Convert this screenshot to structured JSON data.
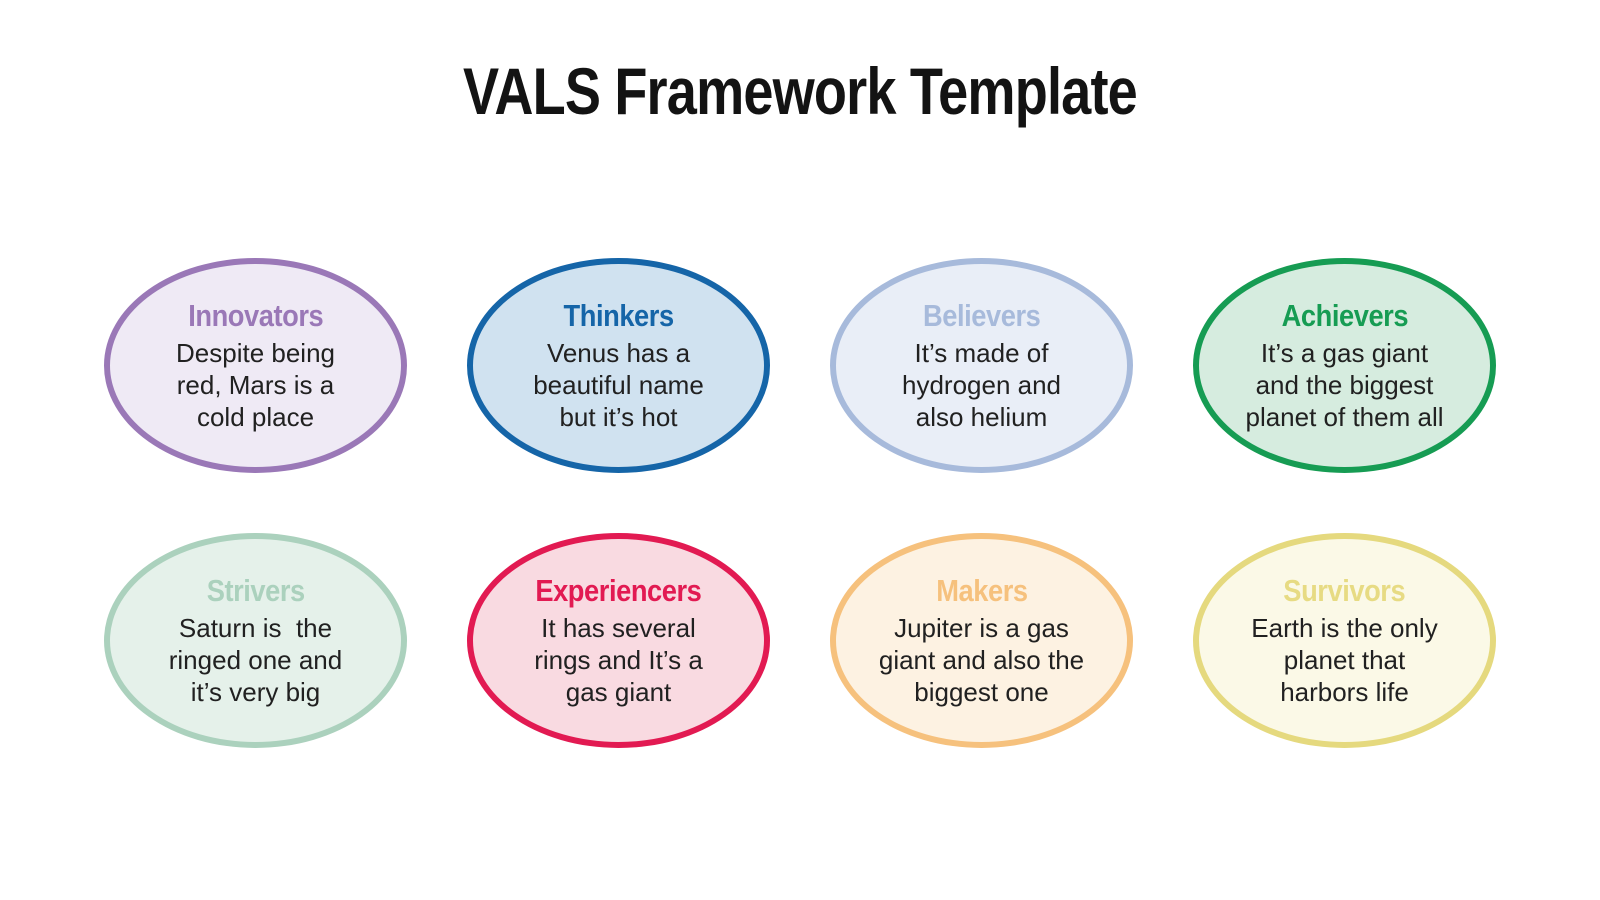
{
  "page": {
    "title": "VALS Framework Template",
    "background_color": "#ffffff",
    "title_color": "#131313"
  },
  "cards": [
    {
      "name": "innovators",
      "title": "Innovators",
      "body": "Despite being\nred, Mars is a\ncold place",
      "border_color": "#9a78b7",
      "fill_color": "#efeaf5",
      "title_color": "#9a78b7"
    },
    {
      "name": "thinkers",
      "title": "Thinkers",
      "body": "Venus has a\nbeautiful name\nbut it’s hot",
      "border_color": "#1565a8",
      "fill_color": "#d0e2f0",
      "title_color": "#1565a8"
    },
    {
      "name": "believers",
      "title": "Believers",
      "body": "It’s made of\nhydrogen and\nalso helium",
      "border_color": "#a7badb",
      "fill_color": "#e9eef7",
      "title_color": "#a7badb"
    },
    {
      "name": "achievers",
      "title": "Achievers",
      "body": "It’s a gas giant\nand the biggest\nplanet of them all",
      "border_color": "#169c53",
      "fill_color": "#d6ecdf",
      "title_color": "#169c53"
    },
    {
      "name": "strivers",
      "title": "Strivers",
      "body": "Saturn is  the\nringed one and\nit’s very big",
      "border_color": "#abd1bd",
      "fill_color": "#e5f1ea",
      "title_color": "#abd1bd"
    },
    {
      "name": "experiencers",
      "title": "Experiencers",
      "body": "It has several\nrings and It’s a\ngas giant",
      "border_color": "#e21a52",
      "fill_color": "#f9dae1",
      "title_color": "#e21a52"
    },
    {
      "name": "makers",
      "title": "Makers",
      "body": "Jupiter is a gas\ngiant and also the\nbiggest one",
      "border_color": "#f6c17d",
      "fill_color": "#fdf2e2",
      "title_color": "#f6c17d"
    },
    {
      "name": "survivors",
      "title": "Survivors",
      "body": "Earth is the only\nplanet that\nharbors life",
      "border_color": "#e5d97e",
      "fill_color": "#fbf9e7",
      "title_color": "#e7db83"
    }
  ]
}
